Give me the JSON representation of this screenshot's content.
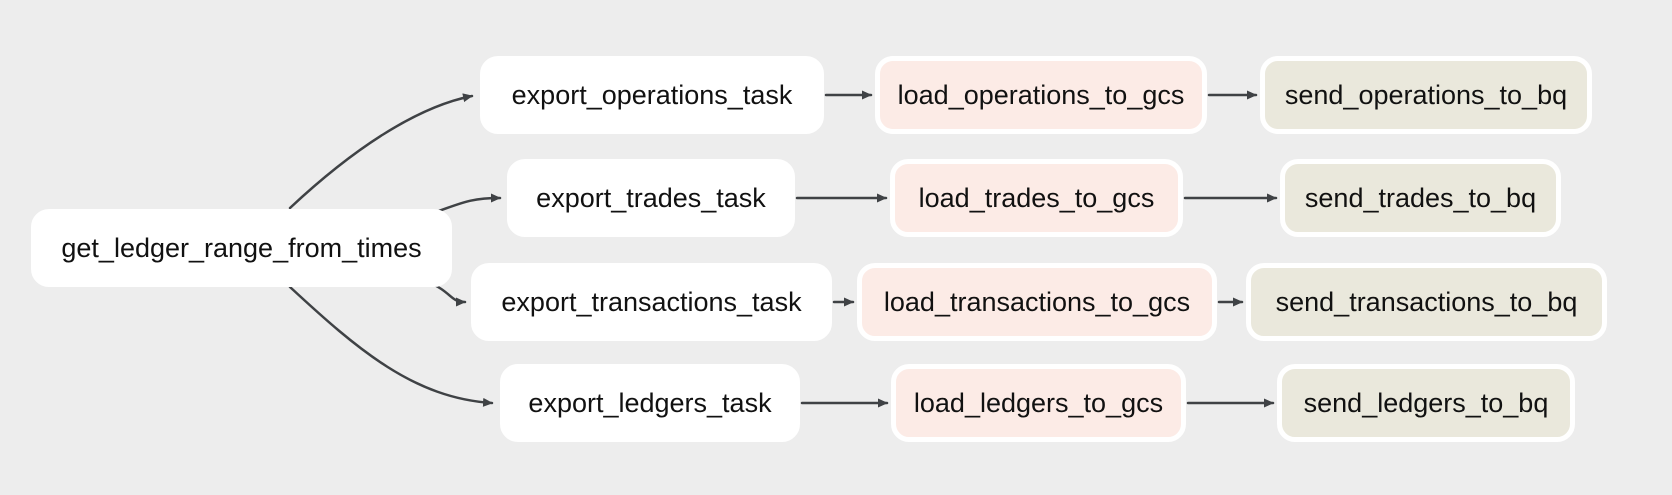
{
  "colors": {
    "background": "#ededed",
    "node_default_bg": "#ffffff",
    "node_gcs_bg": "#fcebe6",
    "node_bq_bg": "#eae8dc",
    "node_border": "#ffffff",
    "edge": "#3f4245",
    "text": "#111111"
  },
  "graph": {
    "type": "dag",
    "root": {
      "label": "get_ledger_range_from_times",
      "type": "default"
    },
    "rows": [
      {
        "tasks": [
          {
            "label": "export_operations_task",
            "type": "default"
          },
          {
            "label": "load_operations_to_gcs",
            "type": "gcs"
          },
          {
            "label": "send_operations_to_bq",
            "type": "bq"
          }
        ]
      },
      {
        "tasks": [
          {
            "label": "export_trades_task",
            "type": "default"
          },
          {
            "label": "load_trades_to_gcs",
            "type": "gcs"
          },
          {
            "label": "send_trades_to_bq",
            "type": "bq"
          }
        ]
      },
      {
        "tasks": [
          {
            "label": "export_transactions_task",
            "type": "default"
          },
          {
            "label": "load_transactions_to_gcs",
            "type": "gcs"
          },
          {
            "label": "send_transactions_to_bq",
            "type": "bq"
          }
        ]
      },
      {
        "tasks": [
          {
            "label": "export_ledgers_task",
            "type": "default"
          },
          {
            "label": "load_ledgers_to_gcs",
            "type": "gcs"
          },
          {
            "label": "send_ledgers_to_bq",
            "type": "bq"
          }
        ]
      }
    ],
    "edges": [
      [
        "get_ledger_range_from_times",
        "export_operations_task"
      ],
      [
        "get_ledger_range_from_times",
        "export_trades_task"
      ],
      [
        "get_ledger_range_from_times",
        "export_transactions_task"
      ],
      [
        "get_ledger_range_from_times",
        "export_ledgers_task"
      ],
      [
        "export_operations_task",
        "load_operations_to_gcs"
      ],
      [
        "load_operations_to_gcs",
        "send_operations_to_bq"
      ],
      [
        "export_trades_task",
        "load_trades_to_gcs"
      ],
      [
        "load_trades_to_gcs",
        "send_trades_to_bq"
      ],
      [
        "export_transactions_task",
        "load_transactions_to_gcs"
      ],
      [
        "load_transactions_to_gcs",
        "send_transactions_to_bq"
      ],
      [
        "export_ledgers_task",
        "load_ledgers_to_gcs"
      ],
      [
        "load_ledgers_to_gcs",
        "send_ledgers_to_bq"
      ]
    ]
  }
}
